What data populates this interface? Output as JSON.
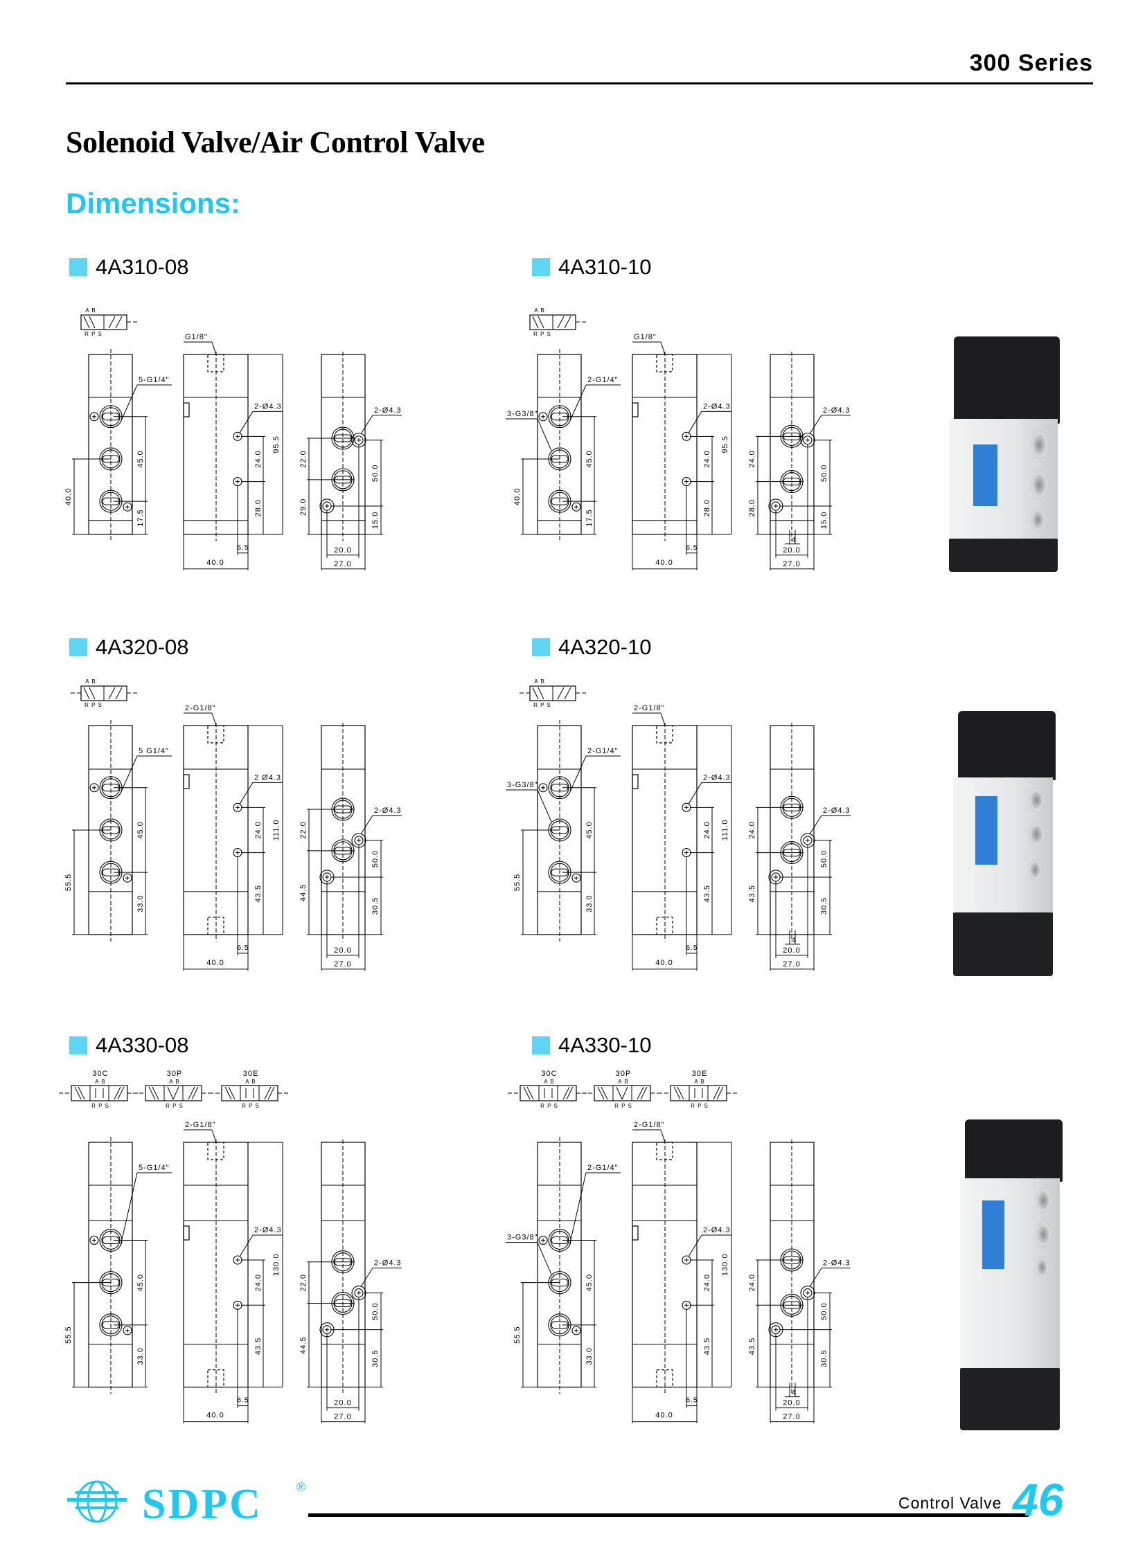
{
  "header": {
    "series": "300 Series"
  },
  "title": "Solenoid Valve/Air Control Valve",
  "section_heading": "Dimensions:",
  "colors": {
    "accent": "#1ec8f0",
    "marker": "#5fd5f5"
  },
  "models": [
    {
      "model": "4A310-08",
      "symbols": [
        {
          "name": "",
          "top": "A B",
          "bottom": "R P S"
        }
      ],
      "front": {
        "port_label": "5-G1/4\"",
        "upper": "45.0",
        "lower": "17.5",
        "left": "40.0"
      },
      "side": {
        "pilot": "G1/8\"",
        "holes": "2-Ø4.3",
        "d1": "24.0",
        "d2": "28.0",
        "total": "95.5",
        "offset": "6.5",
        "width": "40.0"
      },
      "end": {
        "holes": "2-Ø4.3",
        "left1": "22.0",
        "left2": "29.0",
        "right1": "50.0",
        "right2": "15.0",
        "inner": "20.0",
        "outer": "27.0"
      }
    },
    {
      "model": "4A310-10",
      "symbols": [
        {
          "name": "",
          "top": "A B",
          "bottom": "R P S"
        }
      ],
      "front": {
        "port_label": "2-G1/4\"",
        "port_label_b": "3-G3/8\"",
        "upper": "45.0",
        "lower": "17.5",
        "left": "40.0"
      },
      "side": {
        "pilot": "G1/8\"",
        "holes": "2-Ø4.3",
        "d1": "24.0",
        "d2": "28.0",
        "total": "95.5",
        "offset": "6.5",
        "width": "40.0"
      },
      "end": {
        "holes": "2-Ø4.3",
        "left1": "24.0",
        "left2": "28.0",
        "right1": "50.0",
        "right2": "15.0",
        "slot": "4",
        "inner": "20.0",
        "outer": "27.0"
      }
    },
    {
      "model": "4A320-08",
      "symbols": [
        {
          "name": "",
          "top": "A B",
          "bottom": "R P S"
        }
      ],
      "front": {
        "port_label": "5 G1/4\"",
        "upper": "45.0",
        "lower": "33.0",
        "left": "55.5"
      },
      "side": {
        "pilot": "2-G1/8\"",
        "holes": "2 Ø4.3",
        "d1": "24.0",
        "d2": "43.5",
        "total": "111.0",
        "offset": "6.5",
        "width": "40.0"
      },
      "end": {
        "holes": "2-Ø4.3",
        "left1": "22.0",
        "left2": "44.5",
        "right1": "50.0",
        "right2": "30.5",
        "inner": "20.0",
        "outer": "27.0"
      }
    },
    {
      "model": "4A320-10",
      "symbols": [
        {
          "name": "",
          "top": "A B",
          "bottom": "R P S"
        }
      ],
      "front": {
        "port_label": "2-G1/4\"",
        "port_label_b": "3-G3/8\"",
        "upper": "45.0",
        "lower": "33.0",
        "left": "55.5"
      },
      "side": {
        "pilot": "2-G1/8\"",
        "holes": "2-Ø4.3",
        "d1": "24.0",
        "d2": "43.5",
        "total": "111.0",
        "offset": "6.5",
        "width": "40.0"
      },
      "end": {
        "holes": "2-Ø4.3",
        "left1": "24.0",
        "left2": "43.5",
        "right1": "50.0",
        "right2": "30.5",
        "slot": "4",
        "inner": "20.0",
        "outer": "27.0"
      }
    },
    {
      "model": "4A330-08",
      "symbols": [
        {
          "name": "30C",
          "top": "A B",
          "bottom": "R P S"
        },
        {
          "name": "30P",
          "top": "A B",
          "bottom": "R P S"
        },
        {
          "name": "30E",
          "top": "A B",
          "bottom": "R P S"
        }
      ],
      "front": {
        "port_label": "5-G1/4\"",
        "upper": "45.0",
        "lower": "33.0",
        "left": "55.5"
      },
      "side": {
        "pilot": "2-G1/8\"",
        "holes": "2-Ø4.3",
        "d1": "24.0",
        "d2": "43.5",
        "total": "130.0",
        "offset": "6.5",
        "width": "40.0"
      },
      "end": {
        "holes": "2-Ø4.3",
        "left1": "22.0",
        "left2": "44.5",
        "right1": "50.0",
        "right2": "30.5",
        "inner": "20.0",
        "outer": "27.0"
      }
    },
    {
      "model": "4A330-10",
      "symbols": [
        {
          "name": "30C",
          "top": "A B",
          "bottom": "R P S"
        },
        {
          "name": "30P",
          "top": "A B",
          "bottom": "R P S"
        },
        {
          "name": "30E",
          "top": "A B",
          "bottom": "R P S"
        }
      ],
      "front": {
        "port_label": "2-G1/4\"",
        "port_label_b": "3-G3/8\"",
        "upper": "45.0",
        "lower": "33.0",
        "left": "55.5"
      },
      "side": {
        "pilot": "2-G1/8\"",
        "holes": "2-Ø4.3",
        "d1": "24.0",
        "d2": "43.5",
        "total": "130.0",
        "offset": "6.5",
        "width": "40.0"
      },
      "end": {
        "holes": "2-Ø4.3",
        "left1": "24.0",
        "left2": "43.5",
        "right1": "50.0",
        "right2": "30.5",
        "slot": "4",
        "inner": "20.0",
        "outer": "27.0"
      }
    }
  ],
  "footer": {
    "brand": "SDPC",
    "registered": "®",
    "label": "Control Valve",
    "page_number": "46"
  }
}
